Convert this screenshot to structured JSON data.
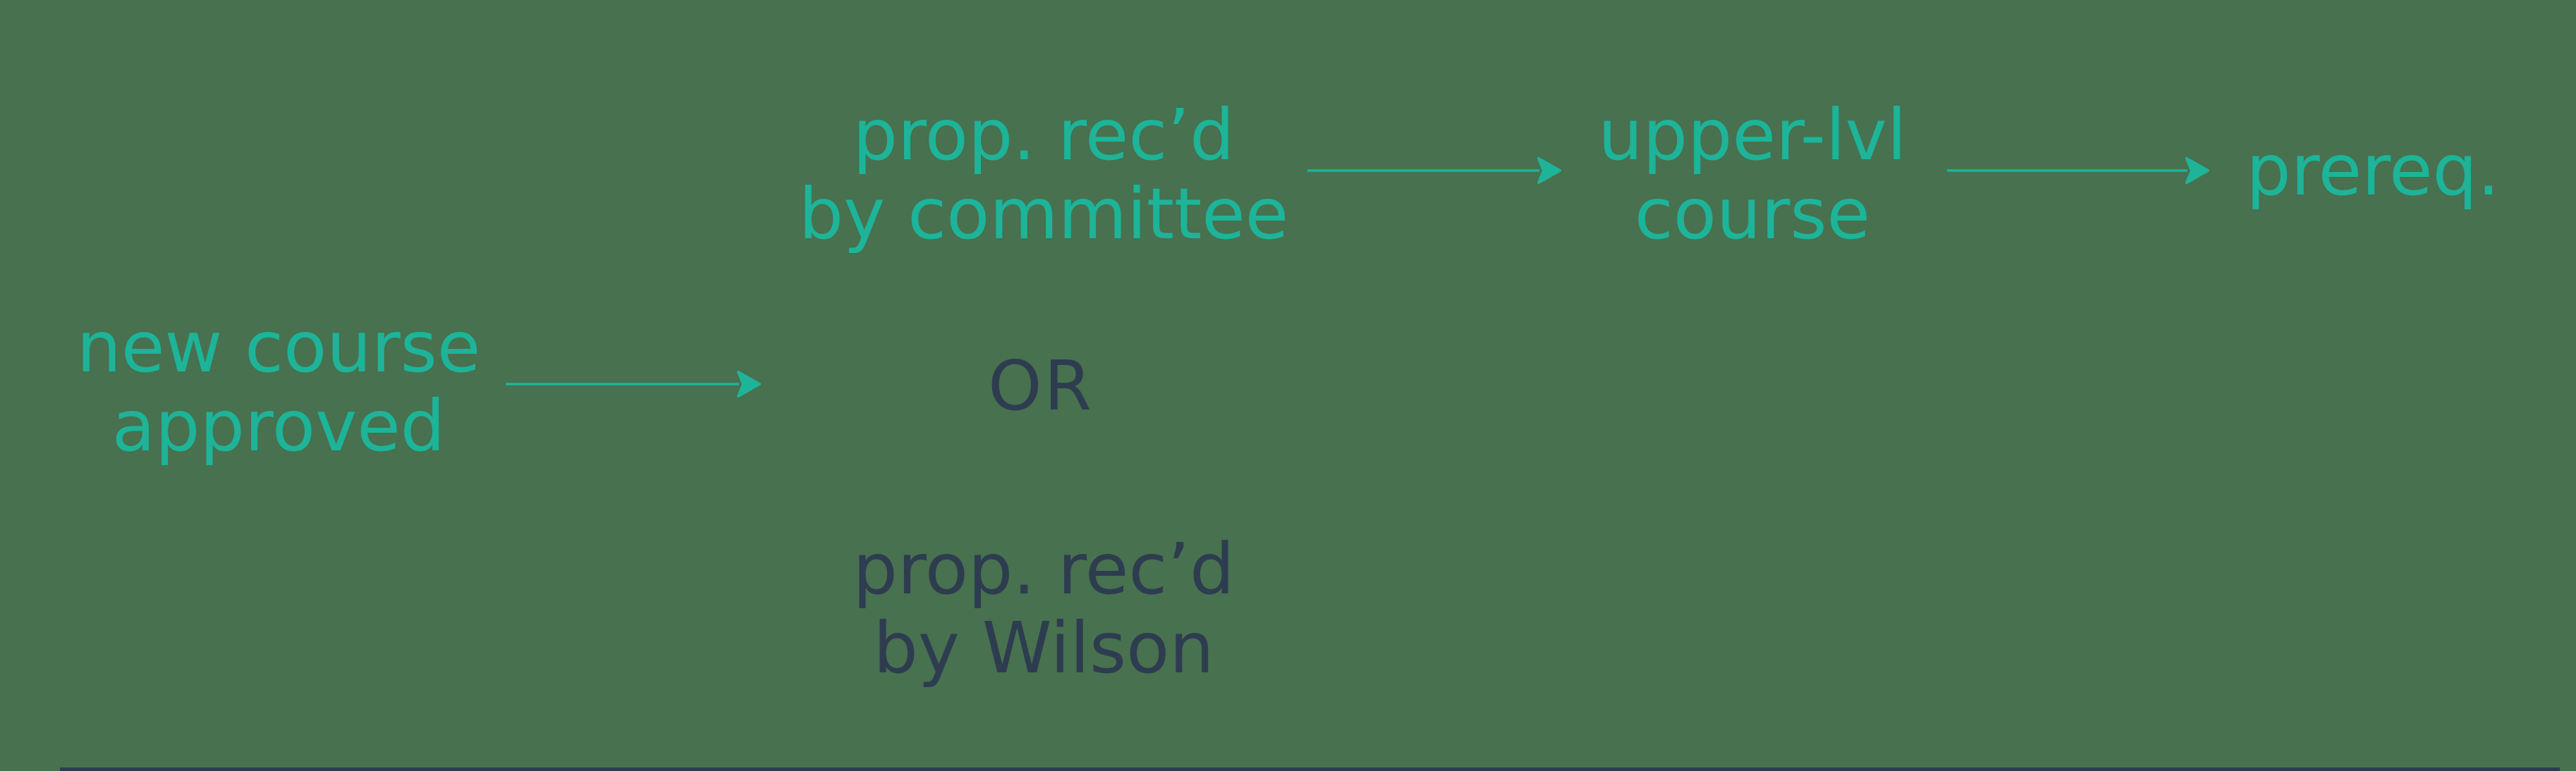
{
  "colors": {
    "background": "#47714f",
    "teal": "#1db499",
    "navy": "#2e3c50"
  },
  "nodes": {
    "start": {
      "line1": "new course",
      "line2": "approved",
      "color": "teal"
    },
    "committee": {
      "line1": "prop. rec’d",
      "line2": "by committee",
      "color": "teal"
    },
    "or": {
      "label": "OR",
      "color": "navy"
    },
    "wilson": {
      "line1": "prop. rec’d",
      "line2": "by Wilson",
      "color": "navy"
    },
    "upper_level": {
      "line1": "upper-lvl",
      "line2": "course",
      "color": "teal"
    },
    "prereq": {
      "label": "prereq.",
      "color": "teal"
    }
  },
  "edges": [
    {
      "from": "new course approved",
      "to": "prop. rec’d by committee OR prop. rec’d by Wilson"
    },
    {
      "from": "prop. rec’d by committee",
      "to": "upper-lvl course"
    },
    {
      "from": "upper-lvl course",
      "to": "prereq."
    }
  ]
}
